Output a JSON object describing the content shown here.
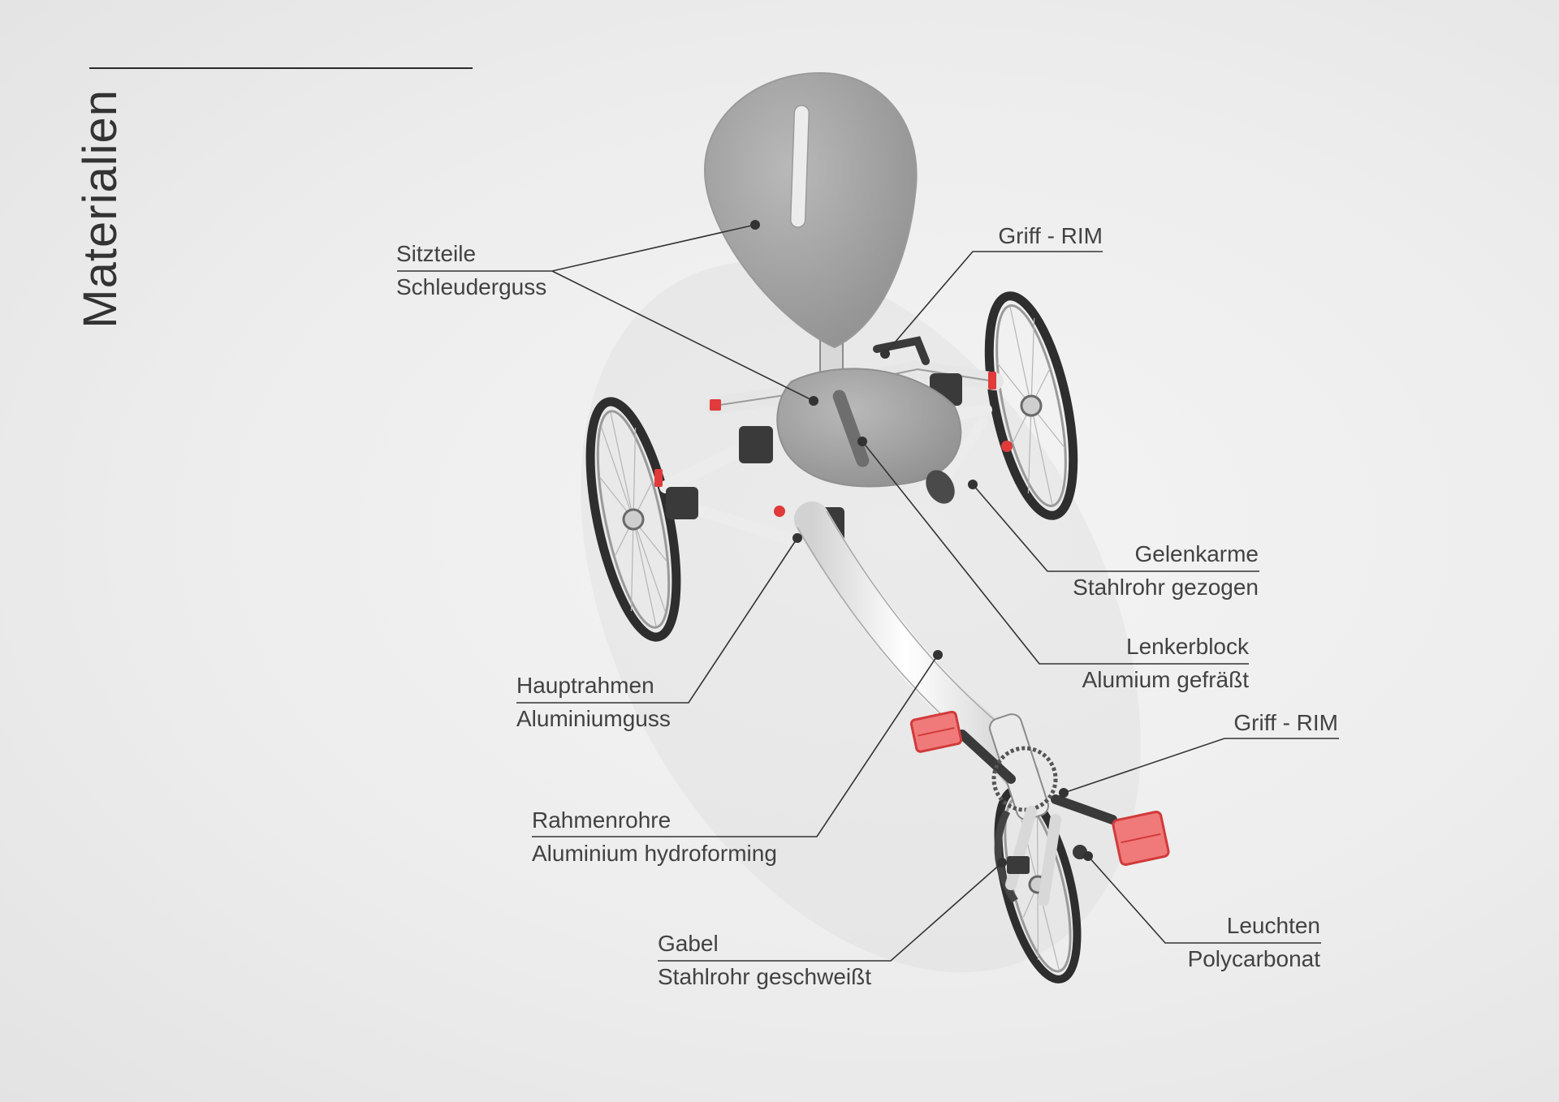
{
  "title": "Materialien",
  "callouts": [
    {
      "part": "Sitzteile",
      "material": "Schleuderguss"
    },
    {
      "part": "Griff - RIM",
      "material": ""
    },
    {
      "part": "Gelenkarme",
      "material": "Stahlrohr gezogen"
    },
    {
      "part": "Lenkerblock",
      "material": "Alumium gefräßt"
    },
    {
      "part": "Hauptrahmen",
      "material": "Aluminiumguss"
    },
    {
      "part": "Griff - RIM",
      "material": ""
    },
    {
      "part": "Rahmenrohre",
      "material": "Aluminium hydroforming"
    },
    {
      "part": "Gabel",
      "material": "Stahlrohr geschweißt"
    },
    {
      "part": "Leuchten",
      "material": "Polycarbonat"
    }
  ],
  "colors": {
    "ink": "#3e3e3e",
    "leader": "#333333",
    "accent": "#e03a3a",
    "frame": "#f4f4f4",
    "seat": "#a9a9a9",
    "tire": "#333333"
  }
}
